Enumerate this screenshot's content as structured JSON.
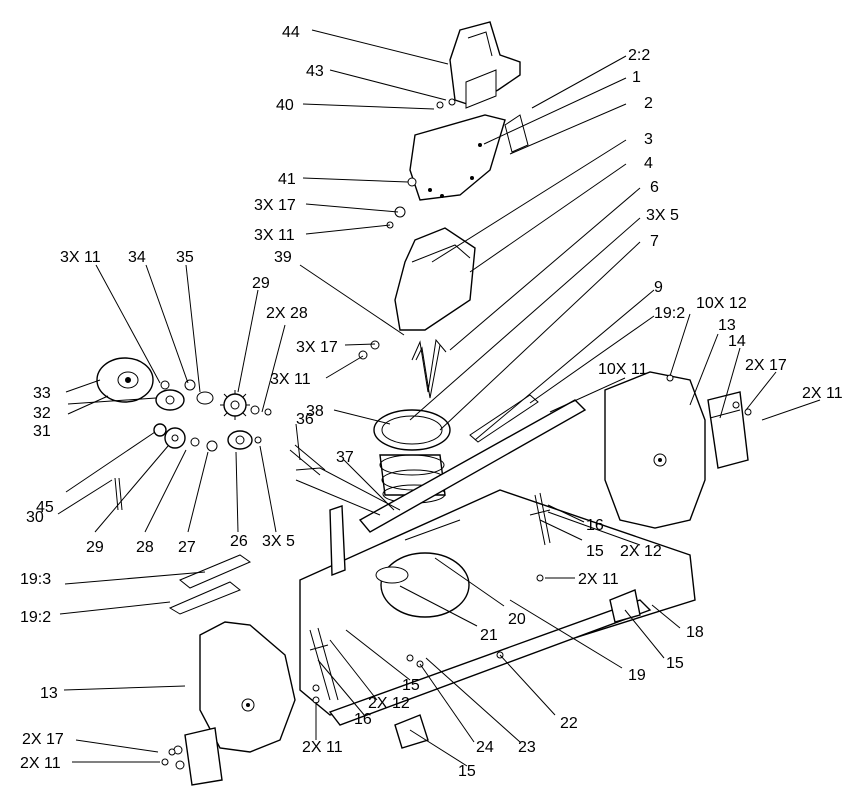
{
  "callouts": [
    {
      "text": "44"
    },
    {
      "text": "43"
    },
    {
      "text": "40"
    },
    {
      "text": "2:2"
    },
    {
      "text": "1"
    },
    {
      "text": "2"
    },
    {
      "text": "3"
    },
    {
      "text": "4"
    },
    {
      "text": "41"
    },
    {
      "text": "3X 17"
    },
    {
      "text": "3X 11"
    },
    {
      "text": "6"
    },
    {
      "text": "3X 5"
    },
    {
      "text": "7"
    },
    {
      "text": "3X 11"
    },
    {
      "text": "34"
    },
    {
      "text": "35"
    },
    {
      "text": "39"
    },
    {
      "text": "29"
    },
    {
      "text": "9"
    },
    {
      "text": "19:2"
    },
    {
      "text": "10X 12"
    },
    {
      "text": "13"
    },
    {
      "text": "14"
    },
    {
      "text": "2X 28"
    },
    {
      "text": "3X 17"
    },
    {
      "text": "2X 17"
    },
    {
      "text": "2X 11"
    },
    {
      "text": "3X 11"
    },
    {
      "text": "10X 11"
    },
    {
      "text": "33"
    },
    {
      "text": "32"
    },
    {
      "text": "31"
    },
    {
      "text": "38"
    },
    {
      "text": "36"
    },
    {
      "text": "37"
    },
    {
      "text": "16"
    },
    {
      "text": "45"
    },
    {
      "text": "15"
    },
    {
      "text": "2X 12"
    },
    {
      "text": "30"
    },
    {
      "text": "29"
    },
    {
      "text": "28"
    },
    {
      "text": "27"
    },
    {
      "text": "26"
    },
    {
      "text": "3X 5"
    },
    {
      "text": "19:3"
    },
    {
      "text": "2X 11"
    },
    {
      "text": "19:2"
    },
    {
      "text": "20"
    },
    {
      "text": "21"
    },
    {
      "text": "18"
    },
    {
      "text": "15"
    },
    {
      "text": "19"
    },
    {
      "text": "13"
    },
    {
      "text": "15"
    },
    {
      "text": "2X 12"
    },
    {
      "text": "22"
    },
    {
      "text": "16"
    },
    {
      "text": "2X 11"
    },
    {
      "text": "2X 17"
    },
    {
      "text": "24"
    },
    {
      "text": "23"
    },
    {
      "text": "2X 11"
    },
    {
      "text": "15"
    }
  ]
}
